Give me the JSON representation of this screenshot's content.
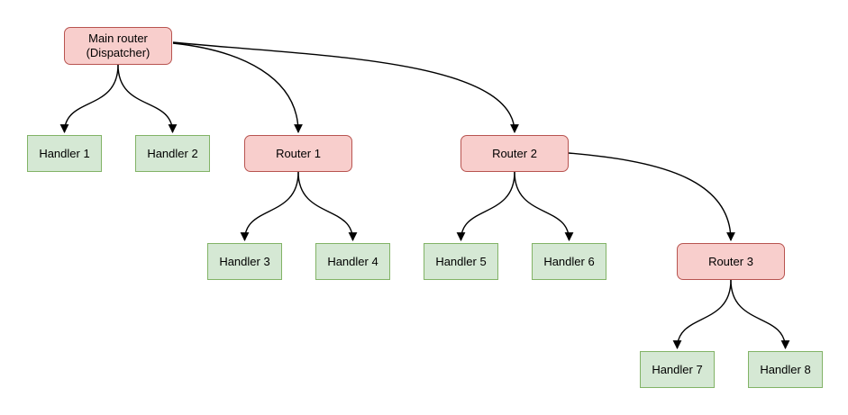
{
  "diagram": {
    "type": "flowchart",
    "colors": {
      "router_fill": "#f8cecc",
      "router_border": "#b85450",
      "handler_fill": "#d5e8d4",
      "handler_border": "#82b366",
      "edge_stroke": "#000000",
      "background": "#ffffff",
      "text": "#000000"
    },
    "nodes": [
      {
        "id": "main-router",
        "type": "router",
        "label": "Main router (Dispatcher)",
        "label_lines": [
          "Main router",
          "(Dispatcher)"
        ]
      },
      {
        "id": "handler-1",
        "type": "handler",
        "label": "Handler 1"
      },
      {
        "id": "handler-2",
        "type": "handler",
        "label": "Handler 2"
      },
      {
        "id": "router-1",
        "type": "router",
        "label": "Router 1"
      },
      {
        "id": "router-2",
        "type": "router",
        "label": "Router 2"
      },
      {
        "id": "handler-3",
        "type": "handler",
        "label": "Handler 3"
      },
      {
        "id": "handler-4",
        "type": "handler",
        "label": "Handler 4"
      },
      {
        "id": "handler-5",
        "type": "handler",
        "label": "Handler 5"
      },
      {
        "id": "handler-6",
        "type": "handler",
        "label": "Handler 6"
      },
      {
        "id": "router-3",
        "type": "router",
        "label": "Router 3"
      },
      {
        "id": "handler-7",
        "type": "handler",
        "label": "Handler 7"
      },
      {
        "id": "handler-8",
        "type": "handler",
        "label": "Handler 8"
      }
    ],
    "edges": [
      {
        "from": "main-router",
        "to": "handler-1"
      },
      {
        "from": "main-router",
        "to": "handler-2"
      },
      {
        "from": "main-router",
        "to": "router-1"
      },
      {
        "from": "main-router",
        "to": "router-2"
      },
      {
        "from": "router-1",
        "to": "handler-3"
      },
      {
        "from": "router-1",
        "to": "handler-4"
      },
      {
        "from": "router-2",
        "to": "handler-5"
      },
      {
        "from": "router-2",
        "to": "handler-6"
      },
      {
        "from": "router-2",
        "to": "router-3"
      },
      {
        "from": "router-3",
        "to": "handler-7"
      },
      {
        "from": "router-3",
        "to": "handler-8"
      }
    ]
  }
}
